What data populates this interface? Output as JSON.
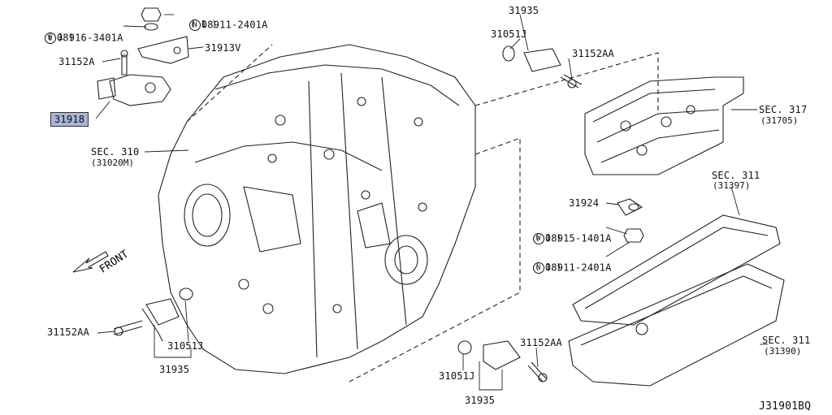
{
  "diagram_code": "J31901BQ",
  "front_label": "FRONT",
  "callouts": {
    "w_08916": {
      "prefix": "W",
      "part": "08916-3401A",
      "qty": "( 1 )"
    },
    "n_08911_top": {
      "prefix": "N",
      "part": "08911-2401A",
      "qty": "( 1 )"
    },
    "p31913v": "31913V",
    "p31152a_top": "31152A",
    "p31918": "31918",
    "sec310": {
      "title": "SEC. 310",
      "code": "(31020M)"
    },
    "p31935_top": "31935",
    "p31051j_top": "31051J",
    "p31152aa_top": "31152AA",
    "sec317": {
      "title": "SEC. 317",
      "code": "(31705)"
    },
    "sec311a": {
      "title": "SEC. 311",
      "code": "(31397)"
    },
    "p31924": "31924",
    "w_08915": {
      "prefix": "W",
      "part": "08915-1401A",
      "qty": "( 1 )"
    },
    "n_08911_mid": {
      "prefix": "N",
      "part": "08911-2401A",
      "qty": "( 1 )"
    },
    "p31152aa_left": "31152AA",
    "p31051j_left": "31051J",
    "p31935_left": "31935",
    "p31152aa_bottom": "31152AA",
    "p31051j_bottom": "31051J",
    "p31935_bottom": "31935",
    "sec311b": {
      "title": "SEC. 311",
      "code": "(31390)"
    }
  },
  "colors": {
    "highlight": "#a9b4dd",
    "line": "#222222"
  }
}
